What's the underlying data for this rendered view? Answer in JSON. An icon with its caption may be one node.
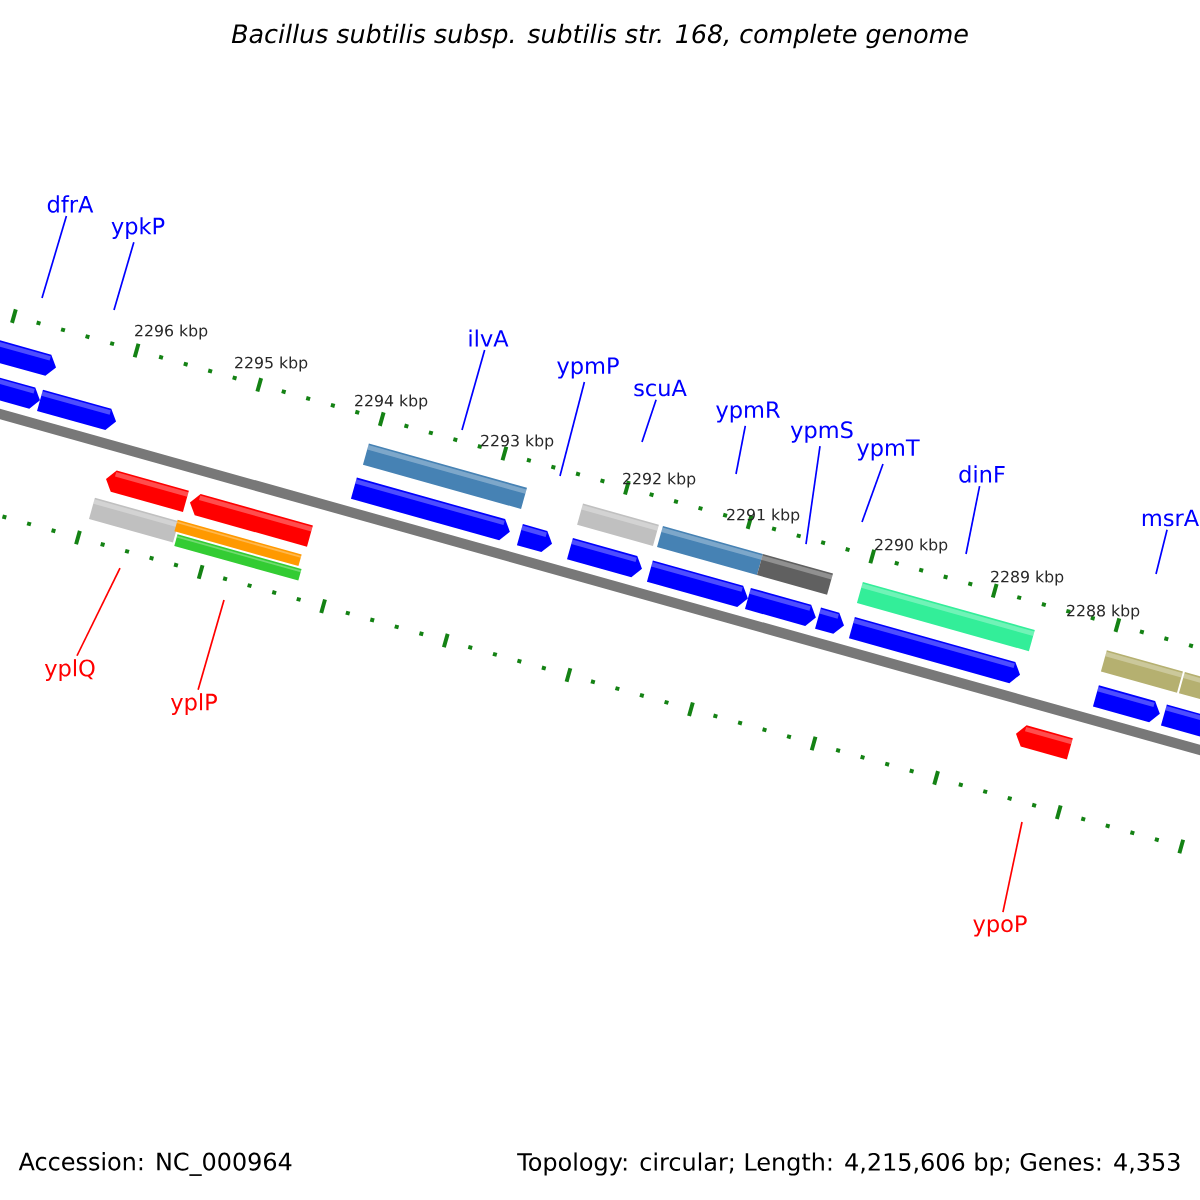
{
  "diagram": {
    "title": "Bacillus subtilis subsp. subtilis str. 168, complete genome",
    "nodes": [
      {
        "text": [
          "dfrA"
        ]
      },
      {
        "text": [
          "ypkP"
        ]
      },
      {
        "text": [
          "ilvA"
        ]
      },
      {
        "text": [
          "ypmP"
        ]
      },
      {
        "text": [
          "scuA"
        ]
      },
      {
        "text": [
          "ypmR"
        ]
      },
      {
        "text": [
          "ypmS"
        ]
      },
      {
        "text": [
          "ypmT"
        ]
      },
      {
        "text": [
          "dinF"
        ]
      },
      {
        "text": [
          "msrA"
        ]
      },
      {
        "text": [
          "yplQ"
        ]
      },
      {
        "text": [
          "yplP"
        ]
      },
      {
        "text": [
          "ypoP"
        ]
      }
    ],
    "edges": [
      {
        "from": 0,
        "to": null,
        "arrow": "none"
      },
      {
        "from": 1,
        "to": null,
        "arrow": "none"
      },
      {
        "from": 2,
        "to": null,
        "arrow": "none"
      },
      {
        "from": 3,
        "to": null,
        "arrow": "none"
      },
      {
        "from": 4,
        "to": null,
        "arrow": "none"
      },
      {
        "from": 5,
        "to": null,
        "arrow": "none"
      },
      {
        "from": 6,
        "to": null,
        "arrow": "none"
      },
      {
        "from": 7,
        "to": null,
        "arrow": "none"
      },
      {
        "from": 8,
        "to": null,
        "arrow": "none"
      },
      {
        "from": 9,
        "to": null,
        "arrow": "none"
      },
      {
        "from": 10,
        "to": null,
        "arrow": "none",
        "color": "#ff0000"
      },
      {
        "from": 11,
        "to": null,
        "arrow": "none",
        "color": "#ff0000"
      },
      {
        "from": 12,
        "to": null,
        "arrow": "none",
        "color": "#ff0000"
      }
    ],
    "labels": [
      "2296 kbp",
      "2295 kbp",
      "2294 kbp",
      "2293 kbp",
      "2292 kbp",
      "2291 kbp",
      "2290 kbp",
      "2289 kbp",
      "2288 kbp",
      "Accession: NC_000964",
      "Topology: circular; Length: 4,215,606 bp; Genes: 4,353"
    ]
  }
}
